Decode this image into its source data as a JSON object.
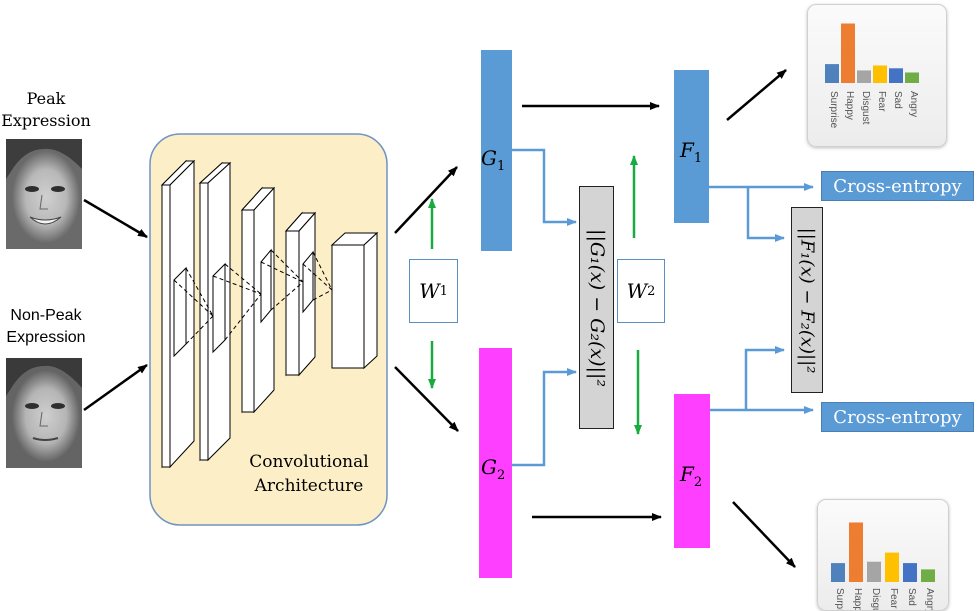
{
  "inputs": {
    "peak_label": [
      "Peak",
      "Expression"
    ],
    "nonpeak_label": [
      "Non-Peak",
      "Expression"
    ]
  },
  "cnn": {
    "label": [
      "Convolutional",
      "Architecture"
    ],
    "fill": "#fcefc8",
    "border": "#6f93c2"
  },
  "nodes": {
    "g1": {
      "base": "G",
      "sub": "1",
      "color": "#5b9bd5"
    },
    "g2": {
      "base": "G",
      "sub": "2",
      "color": "#ff3fff"
    },
    "f1": {
      "base": "F",
      "sub": "1",
      "color": "#5b9bd5"
    },
    "f2": {
      "base": "F",
      "sub": "2",
      "color": "#ff3fff"
    },
    "w1": {
      "base": "W",
      "sub": "1"
    },
    "w2": {
      "base": "W",
      "sub": "2"
    }
  },
  "losses": {
    "g_distance": "||G₁(x) − G₂(x)||²",
    "f_distance": "||F₁(x) − F₂(x)||²",
    "cross_entropy_top": "Cross-entropy",
    "cross_entropy_bottom": "Cross-entropy"
  },
  "histograms": {
    "categories": [
      "Surprise",
      "Happy",
      "Disgust",
      "Fear",
      "Sad",
      "Angry"
    ],
    "bar_colors": [
      "#4f81bd",
      "#ed7d31",
      "#a5a5a5",
      "#ffc000",
      "#4472c4",
      "#70ad47"
    ],
    "top_values": [
      0.27,
      0.85,
      0.18,
      0.25,
      0.21,
      0.15
    ],
    "bottom_values": [
      0.27,
      0.85,
      0.29,
      0.42,
      0.27,
      0.18
    ]
  },
  "arrow_colors": {
    "black": "#000000",
    "blue": "#5b9bd5",
    "green": "#1aab40"
  }
}
